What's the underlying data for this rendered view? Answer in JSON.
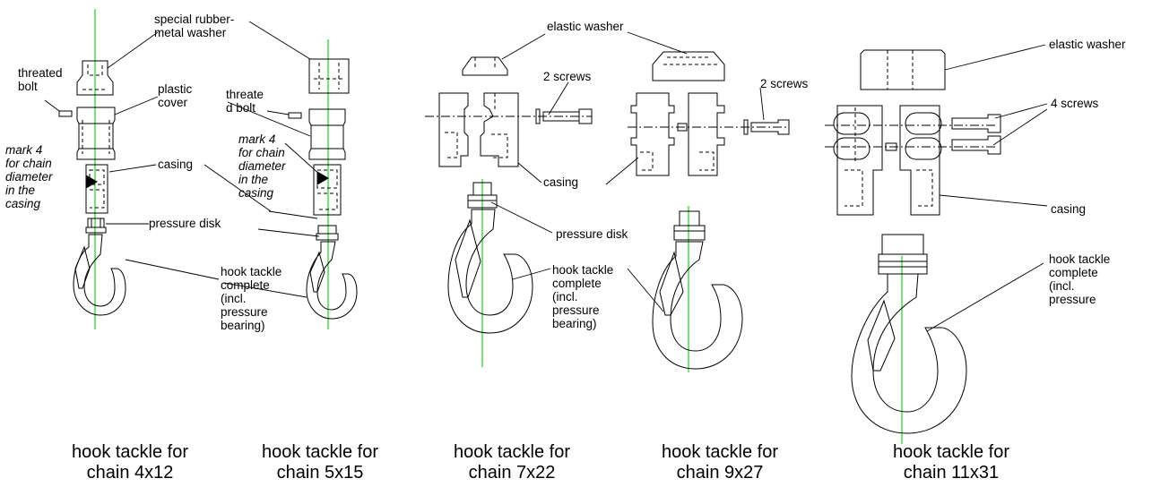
{
  "colors": {
    "axis": "#22cc22",
    "ink": "#000000"
  },
  "labels": {
    "special_washer_1": "special rubber-",
    "special_washer_2": "metal washer",
    "threated_bolt_a1": "threated",
    "threated_bolt_a2": "bolt",
    "plastic_cover_1": "plastic",
    "plastic_cover_2": "cover",
    "threated_bolt_b1": "threate",
    "threated_bolt_b2": "d bolt",
    "mark_a": [
      "mark 4",
      "for chain",
      "diameter",
      "in the",
      "casing"
    ],
    "mark_b": [
      "mark 4",
      "for chain",
      "diameter",
      "in the",
      "casing"
    ],
    "casing_a": "casing",
    "pressure_disk_a": "pressure disk",
    "hook_complete_a": [
      "hook tackle",
      "complete",
      "(incl.",
      "pressure",
      "bearing)"
    ],
    "elastic_washer_c": "elastic washer",
    "screws_c": "2 screws",
    "casing_c": "casing",
    "pressure_disk_c": "pressure disk",
    "hook_complete_c": [
      "hook tackle",
      "complete",
      "(incl.",
      "pressure",
      "bearing)"
    ],
    "screws_d": "2 screws",
    "elastic_washer_e": "elastic washer",
    "screws_e": "4 screws",
    "casing_e": "casing",
    "hook_complete_e": [
      "hook tackle",
      "complete",
      "(incl.",
      "pressure"
    ]
  },
  "captions": [
    {
      "line1": "hook tackle for",
      "line2": "chain 4x12"
    },
    {
      "line1": "hook tackle for",
      "line2": "chain 5x15"
    },
    {
      "line1": "hook tackle for",
      "line2": "chain 7x22"
    },
    {
      "line1": "hook tackle for",
      "line2": "chain 9x27"
    },
    {
      "line1": "hook tackle for",
      "line2": "chain 11x31"
    }
  ]
}
